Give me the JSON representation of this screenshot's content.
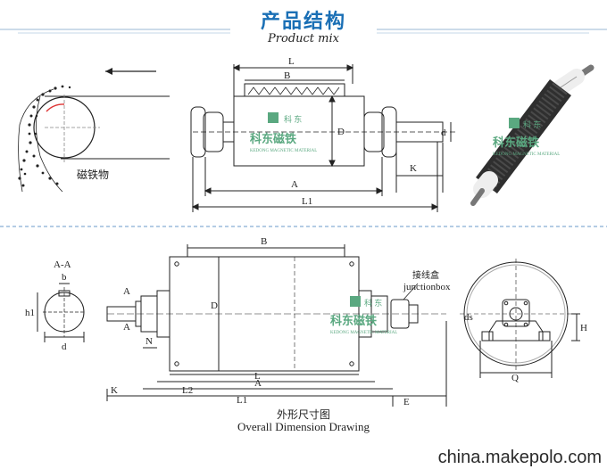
{
  "header": {
    "title": "产品结构",
    "subtitle": "Product mix"
  },
  "labels": {
    "L": "L",
    "B": "B",
    "D": "D",
    "d": "d",
    "K": "K",
    "A": "A",
    "L1": "L1",
    "magnetic_material": "磁铁物",
    "aa": "A-A",
    "b": "b",
    "h1": "h1",
    "d2": "d",
    "B2": "B",
    "D2": "D",
    "A_top": "A",
    "A_bot": "A",
    "N": "N",
    "L_b": "L",
    "A_b": "A",
    "L2": "L2",
    "K_b": "K",
    "L1_b": "L1",
    "E": "E",
    "junction_cn": "接线盒",
    "junction_en": "junctionbox",
    "ds": "ds",
    "H": "H",
    "Q": "Q"
  },
  "watermark": {
    "brand_cn": "科东磁铁",
    "brand_small": "科 东",
    "brand_en": "KEDONG MAGNETIC MATERIAL"
  },
  "caption": {
    "cn": "外形尺寸图",
    "en": "Overall Dimension Drawing"
  },
  "site": "china.makepolo.com",
  "colors": {
    "title": "#1a6fb5",
    "watermark": "#5aa880",
    "roller": "#3a3a3a",
    "dash": "#6a9ac8"
  }
}
